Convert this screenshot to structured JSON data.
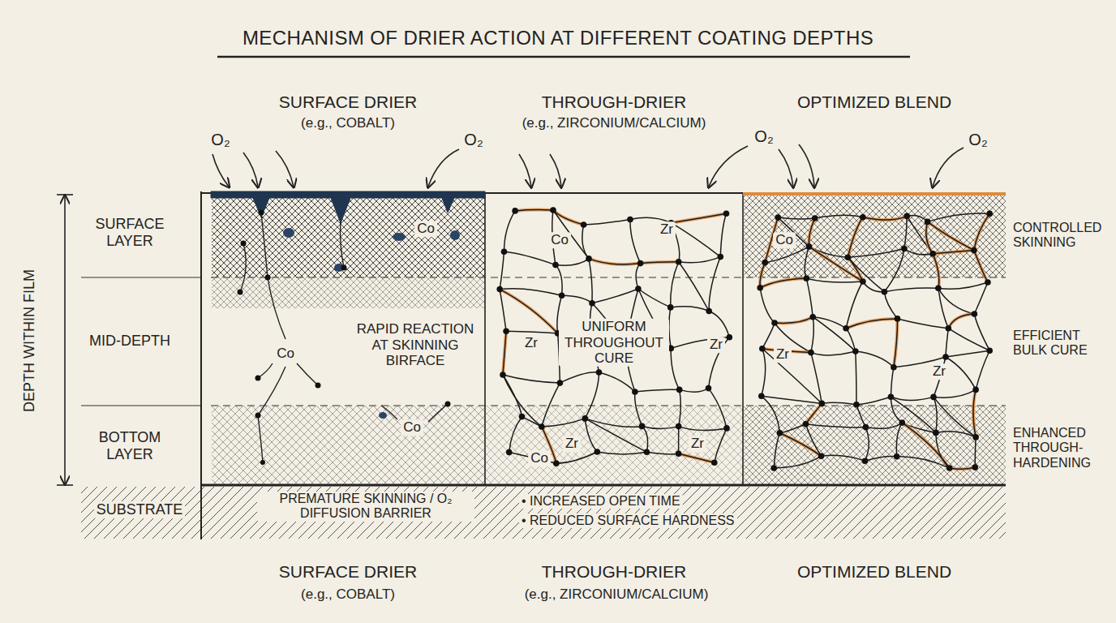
{
  "diagram": {
    "title": "MECHANISM OF DRIER ACTION AT DIFFERENT COATING DEPTHS",
    "nodes": [
      {
        "text": [
          "SURFACE DRIER",
          "(e.g., COBALT)"
        ]
      },
      {
        "text": [
          "THROUGH-DRIER",
          "(e.g., ZIRCONIUM/CALCIUM)"
        ]
      },
      {
        "text": [
          "OPTIMIZED BLEND"
        ]
      },
      {
        "text": [
          "SUBSTRATE",
          "PREMATURE SKINNING / O₂ DIFFUSION BARRIER",
          "• INCREASED OPEN TIME",
          "• REDUCED SURFACE HARDNESS"
        ]
      }
    ],
    "labels": [
      "O₂",
      "O₂",
      "O₂",
      "O₂",
      "DEPTH WITHIN FILM",
      "SURFACE LAYER",
      "MID-DEPTH",
      "BOTTOM LAYER",
      "Co",
      "Co",
      "Co",
      "RAPID REACTION AT SKINNING BIRFACE",
      "Co",
      "Zr",
      "Zr",
      "Zr",
      "Zr",
      "Zr",
      "Co",
      "UNIFORM THROUGHOUT CURE",
      "Co",
      "Zr",
      "Zr",
      "CONTROLLED SKINNING",
      "EFFICIENT BULK CURE",
      "ENHANCED THROUGH-HARDENING",
      "SURFACE DRIER",
      "(e.g., COBALT)",
      "THROUGH-DRIER",
      "(e.g., ZIRCONIUM/CALCIUM)",
      "OPTIMIZED BLEND"
    ]
  }
}
